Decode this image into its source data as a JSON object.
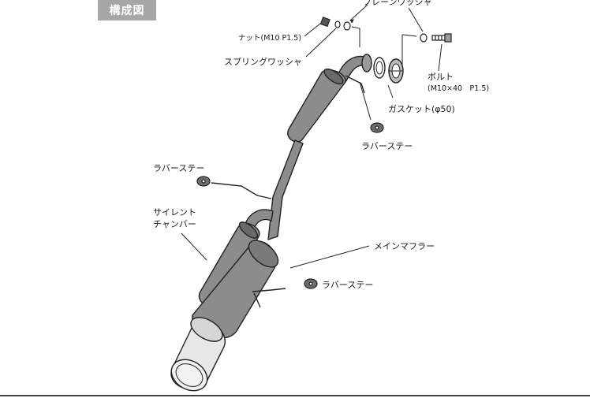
{
  "header": {
    "tag": "構成図"
  },
  "labels": {
    "plain_washer": "プレーンワッシャ",
    "nut": "ナット(M10 P1.5)",
    "spring_washer": "スプリングワッシャ",
    "bolt_line1": "ボルト",
    "bolt_line2": "(M10×40　P1.5)",
    "gasket": "ガスケット(φ50)",
    "rubber_stay_top": "ラバーステー",
    "rubber_stay_left": "ラバーステー",
    "silent_line1": "サイレント",
    "silent_line2": "チャンバー",
    "main_muffler": "メインマフラー",
    "rubber_stay_bottom": "ラバーステー"
  },
  "colors": {
    "pipe_fill": "#8c8c8c",
    "pipe_dark": "#5e5e5e",
    "tip_fill": "#e8e8e8",
    "outline": "#222222",
    "header_bg": "#a6a6a6"
  }
}
